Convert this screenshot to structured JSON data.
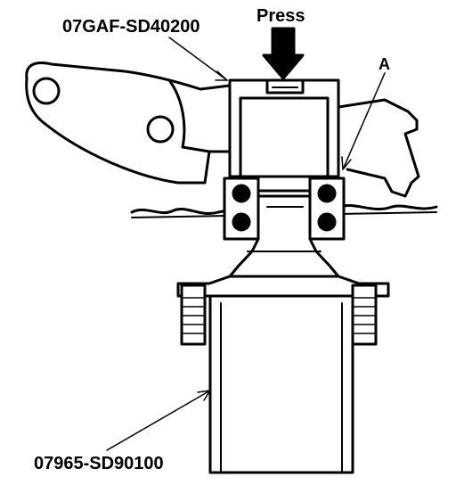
{
  "labels": {
    "tool_top": "07GAF-SD40200",
    "press": "Press",
    "callout_a": "A",
    "tool_bottom": "07965-SD90100"
  },
  "colors": {
    "ink": "#000000",
    "paper": "#ffffff"
  }
}
